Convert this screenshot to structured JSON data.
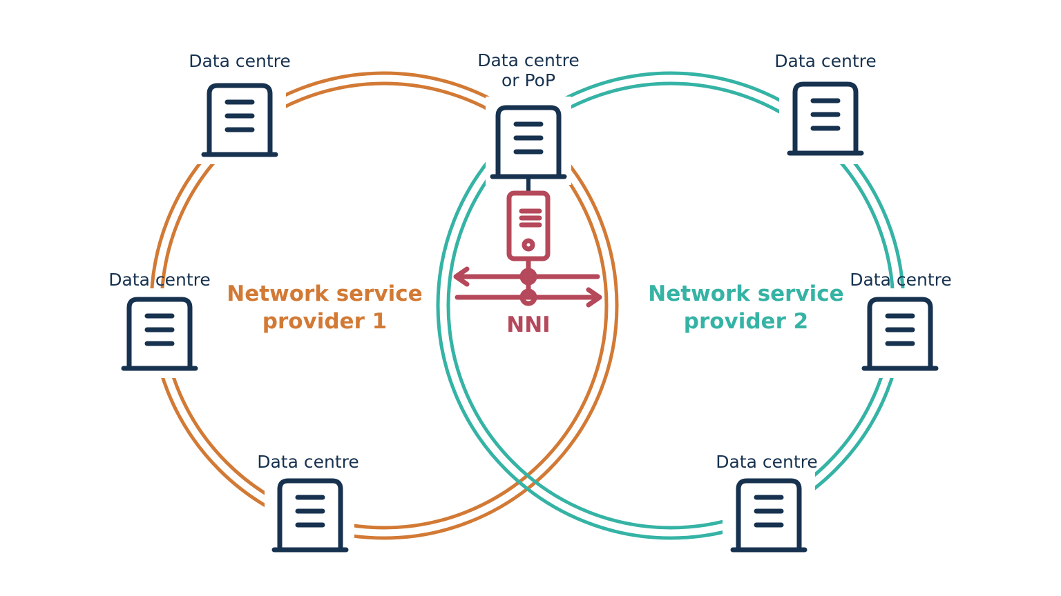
{
  "labels": {
    "top_left": "Data centre",
    "center_line1": "Data centre",
    "center_line2": "or PoP",
    "top_right": "Data centre",
    "left": "Data centre",
    "right": "Data centre",
    "bottom_left": "Data centre",
    "bottom_right": "Data centre"
  },
  "providers": {
    "p1_line1": "Network service",
    "p1_line2": "provider 1",
    "p2_line1": "Network service",
    "p2_line2": "provider 2"
  },
  "nni_label": "NNI",
  "colors": {
    "provider1": "#d27a35",
    "provider2": "#35b3a5",
    "nni": "#b5485a",
    "server": "#17324f"
  }
}
